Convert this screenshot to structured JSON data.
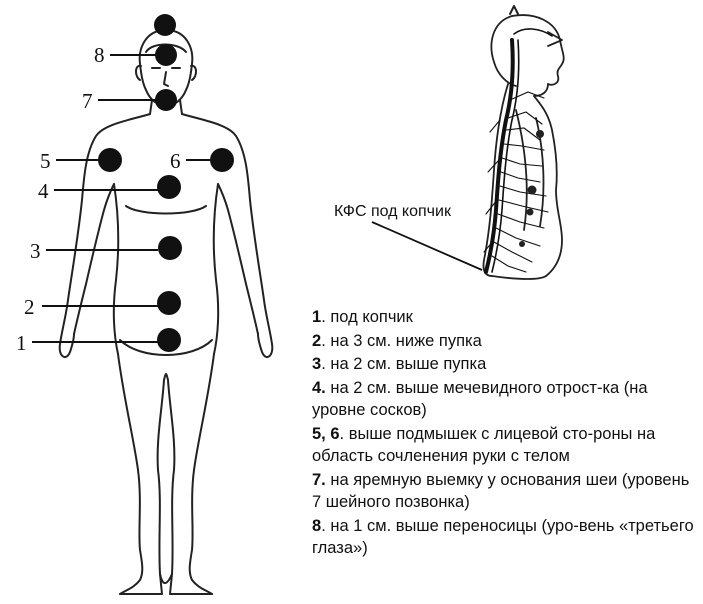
{
  "points": [
    {
      "label": "8"
    },
    {
      "label": "7"
    },
    {
      "label": "5"
    },
    {
      "label": "6"
    },
    {
      "label": "4"
    },
    {
      "label": "3"
    },
    {
      "label": "2"
    },
    {
      "label": "1"
    }
  ],
  "spine_callout": "КФС под копчик",
  "legend": [
    {
      "num": "1",
      "text": ". под копчик"
    },
    {
      "num": "2",
      "text": ". на 3 см. ниже пупка"
    },
    {
      "num": "3",
      "text": ". на 2 см. выше пупка"
    },
    {
      "num": "4.",
      "text": " на 2 см. выше мечевидного отрост-ка (на уровне сосков)"
    },
    {
      "num": "5, 6",
      "text": ". выше подмышек с лицевой сто-роны на область сочленения руки с телом"
    },
    {
      "num": "7.",
      "text": " на яремную выемку у основания шеи (уровень 7 шейного позвонка)"
    },
    {
      "num": "8",
      "text": ". на 1 см. выше переносицы (уро-вень «третьего глаза»)"
    }
  ]
}
